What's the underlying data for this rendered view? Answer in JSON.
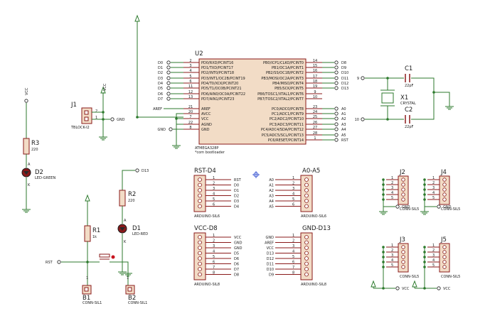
{
  "mcu": {
    "ref": "U2",
    "part": "ATMEGA328P",
    "note": "*com bootloader",
    "left_pins": [
      {
        "num": "2",
        "name": "PD0/RXD/PCINT16",
        "net": "D0"
      },
      {
        "num": "3",
        "name": "PD1/TXD/PCINT17",
        "net": "D1"
      },
      {
        "num": "4",
        "name": "PD2/INT0/PCINT18",
        "net": "D2"
      },
      {
        "num": "5",
        "name": "PD3/INT1/OC2B/PCINT19",
        "net": "D3"
      },
      {
        "num": "6",
        "name": "PD4/T0/XCK/PCINT20",
        "net": "D4"
      },
      {
        "num": "11",
        "name": "PD5/T1/OC0B/PCINT21",
        "net": "D5"
      },
      {
        "num": "12",
        "name": "PD6/AIN0/OC0A/PCINT22",
        "net": "D6"
      },
      {
        "num": "13",
        "name": "PD7/AIN1/PCINT23",
        "net": "D7"
      },
      {
        "num": "21",
        "name": "AREF",
        "net": "AREF"
      },
      {
        "num": "20",
        "name": "AVCC",
        "net": ""
      },
      {
        "num": "7",
        "name": "VCC",
        "net": ""
      },
      {
        "num": "22",
        "name": "AGND",
        "net": ""
      },
      {
        "num": "8",
        "name": "GND",
        "net": "GND"
      }
    ],
    "right_pins_top": [
      {
        "num": "14",
        "name": "PB0/ICP1/CLKO/PCINT0",
        "net": "D8"
      },
      {
        "num": "15",
        "name": "PB1/OC1A/PCINT1",
        "net": "D9"
      },
      {
        "num": "16",
        "name": "PB2/SS/OC1B/PCINT2",
        "net": "D10"
      },
      {
        "num": "17",
        "name": "PB3/MOSI/OC2A/PCINT3",
        "net": "D11"
      },
      {
        "num": "18",
        "name": "PB4/MISO/PCINT4",
        "net": "D12"
      },
      {
        "num": "19",
        "name": "PB5/SCK/PCINT5",
        "net": "D13"
      },
      {
        "num": "9",
        "name": "PB6/TOSC1/XTAL1/PCINT6",
        "net": "9"
      },
      {
        "num": "10",
        "name": "PB7/TOSC2/XTAL2/PCINT7",
        "net": "10"
      }
    ],
    "right_pins_bottom": [
      {
        "num": "23",
        "name": "PC0/ADC0/PCINT8",
        "net": "A0"
      },
      {
        "num": "24",
        "name": "PC1/ADC1/PCINT9",
        "net": "A1"
      },
      {
        "num": "25",
        "name": "PC2/ADC2/PCINT10",
        "net": "A2"
      },
      {
        "num": "26",
        "name": "PC3/ADC3/PCINT11",
        "net": "A3"
      },
      {
        "num": "27",
        "name": "PC4/ADC4/SDA/PCINT12",
        "net": "A4"
      },
      {
        "num": "28",
        "name": "PC5/ADC5/SCL/PCINT13",
        "net": "A5"
      },
      {
        "num": "1",
        "name": "PC6/RESET/PCINT14",
        "net": "RST"
      }
    ]
  },
  "crystal": {
    "x1_ref": "X1",
    "x1_value": "CRYSTAL",
    "c1_ref": "C1",
    "c1_value": "22pF",
    "c2_ref": "C2",
    "c2_value": "22pF",
    "net_top": "9",
    "net_bottom": "10"
  },
  "power_conn": {
    "ref": "J1",
    "part": "TBLOCK-I2",
    "pin1": "1",
    "pin2": "2",
    "vcc": "VCC",
    "gnd": "GND"
  },
  "aref_label": "AREF",
  "gnd_label": "GND",
  "led_green": {
    "r_ref": "R3",
    "r_value": "220",
    "d_ref": "D2",
    "d_part": "LED-GREEN",
    "vcc": "VCC",
    "a": "A",
    "k": "K"
  },
  "led_red": {
    "r_ref": "R2",
    "r_value": "220",
    "d_ref": "D1",
    "d_part": "LED-RED",
    "net": "D13",
    "a": "A",
    "k": "K"
  },
  "reset": {
    "r_ref": "R1",
    "r_value": "1k",
    "net": "RST",
    "b1_ref": "B1",
    "b1_part": "CONN-SIL1",
    "b2_ref": "B2",
    "b2_part": "CONN-SIL1",
    "b1_pin": "1",
    "b2_pin": "1"
  },
  "headers": [
    {
      "ref": "RST-D4",
      "part": "ARDUINO-SIL6",
      "pins": [
        "1",
        "2",
        "3",
        "4",
        "5",
        "6"
      ],
      "nets": [
        "RST",
        "D0",
        "D1",
        "D2",
        "D3",
        "D4"
      ]
    },
    {
      "ref": "A0-A5",
      "part": "ARDUINO-SIL6",
      "pins": [
        "1",
        "2",
        "3",
        "4",
        "5",
        "6"
      ],
      "nets": [
        "A0",
        "A1",
        "A2",
        "A3",
        "A4",
        "A5"
      ]
    },
    {
      "ref": "VCC-D8",
      "part": "ARDUINO-SIL8",
      "pins": [
        "1",
        "2",
        "3",
        "4",
        "5",
        "6",
        "7",
        "8"
      ],
      "nets": [
        "VCC",
        "GND",
        "GND",
        "D5",
        "D6",
        "D6",
        "D7",
        "D8"
      ]
    },
    {
      "ref": "GND-D13",
      "part": "ARDUINO-SIL8",
      "pins": [
        "1",
        "2",
        "3",
        "4",
        "5",
        "6",
        "7",
        "8"
      ],
      "nets": [
        "GND",
        "AREF",
        "VCC",
        "D13",
        "D12",
        "D11",
        "D10",
        "D9"
      ]
    }
  ],
  "small_headers": [
    {
      "ref": "J2",
      "part": "CONN-SIL5",
      "pins": [
        "1",
        "2",
        "3",
        "4",
        "5"
      ],
      "label": "GND"
    },
    {
      "ref": "J4",
      "part": "CONN-SIL5",
      "pins": [
        "1",
        "2",
        "3",
        "4",
        "5"
      ],
      "label": "GND"
    },
    {
      "ref": "J3",
      "part": "CONN-SIL5",
      "pins": [
        "1",
        "2",
        "3",
        "4",
        "5"
      ],
      "label": "VCC"
    },
    {
      "ref": "J5",
      "part": "CONN-SIL5",
      "pins": [
        "1",
        "2",
        "3",
        "4",
        "5"
      ],
      "label": "VCC"
    }
  ]
}
